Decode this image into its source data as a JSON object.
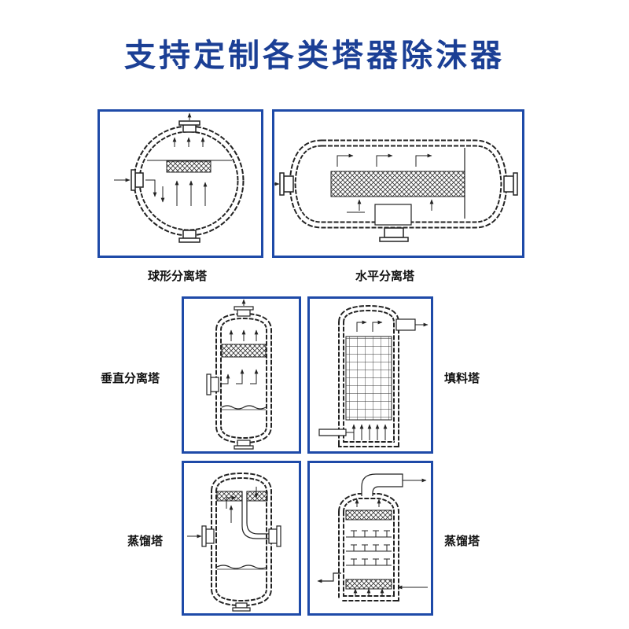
{
  "title": "支持定制各类塔器除沫器",
  "colors": {
    "title": "#1b3f95",
    "frame": "#1e4aa8",
    "line": "#222222"
  },
  "diagrams": {
    "spherical": {
      "label": "球形分离塔"
    },
    "horizontal": {
      "label": "水平分离塔"
    },
    "vertical": {
      "label": "垂直分离塔"
    },
    "packed": {
      "label": "填料塔"
    },
    "distill_a": {
      "label": "蒸馏塔"
    },
    "distill_b": {
      "label": "蒸馏塔"
    }
  }
}
